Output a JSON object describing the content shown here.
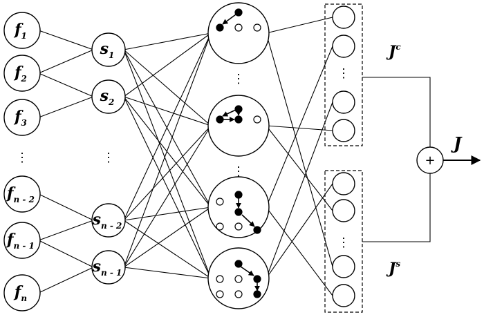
{
  "f_nodes": [
    {
      "base": "f",
      "sub": "1"
    },
    {
      "base": "f",
      "sub": "2"
    },
    {
      "base": "f",
      "sub": "3"
    },
    {
      "base": "f",
      "sub": "n - 2"
    },
    {
      "base": "f",
      "sub": "n - 1"
    },
    {
      "base": "f",
      "sub": "n"
    }
  ],
  "s_nodes": [
    {
      "base": "s",
      "sub": "1"
    },
    {
      "base": "s",
      "sub": "2"
    },
    {
      "base": "s",
      "sub": "n - 2"
    },
    {
      "base": "s",
      "sub": "n - 1"
    }
  ],
  "ellipsis": "⋮",
  "output_groups": [
    {
      "base": "J",
      "sup": "c"
    },
    {
      "base": "J",
      "sup": "s"
    }
  ],
  "sum_symbol": "+",
  "result_label": "J"
}
